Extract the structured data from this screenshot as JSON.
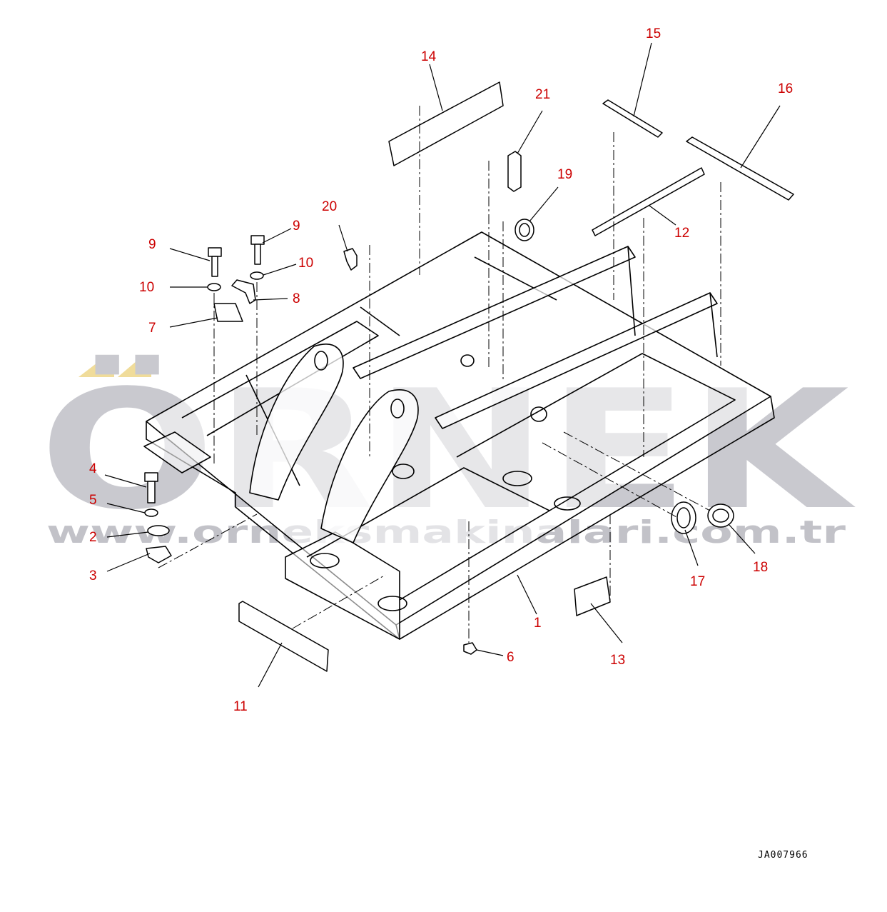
{
  "diagram": {
    "drawing_code": "JA007966",
    "callout_color": "#cc0000",
    "line_color": "#000000",
    "watermark": {
      "logo_text": "ÖRNEK",
      "url_text": "www.orneksmakinalari.com.tr",
      "logo_color": "#c9c9cf",
      "accent_color": "#f0dc9a"
    },
    "callouts": [
      {
        "id": "c1",
        "label": "1"
      },
      {
        "id": "c2",
        "label": "2"
      },
      {
        "id": "c3",
        "label": "3"
      },
      {
        "id": "c4",
        "label": "4"
      },
      {
        "id": "c5",
        "label": "5"
      },
      {
        "id": "c6",
        "label": "6"
      },
      {
        "id": "c7",
        "label": "7"
      },
      {
        "id": "c8",
        "label": "8"
      },
      {
        "id": "c9a",
        "label": "9"
      },
      {
        "id": "c9b",
        "label": "9"
      },
      {
        "id": "c10a",
        "label": "10"
      },
      {
        "id": "c10b",
        "label": "10"
      },
      {
        "id": "c11",
        "label": "11"
      },
      {
        "id": "c12",
        "label": "12"
      },
      {
        "id": "c13",
        "label": "13"
      },
      {
        "id": "c14",
        "label": "14"
      },
      {
        "id": "c15",
        "label": "15"
      },
      {
        "id": "c16",
        "label": "16"
      },
      {
        "id": "c17",
        "label": "17"
      },
      {
        "id": "c18",
        "label": "18"
      },
      {
        "id": "c19",
        "label": "19"
      },
      {
        "id": "c20",
        "label": "20"
      },
      {
        "id": "c21",
        "label": "21"
      }
    ]
  }
}
